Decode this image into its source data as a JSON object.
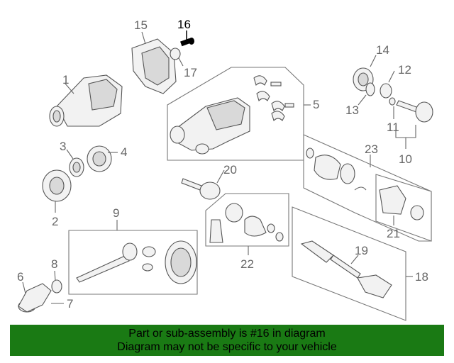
{
  "colors": {
    "banner": "#1a7a14",
    "highlight": "#000000",
    "label": "#666666"
  },
  "callouts": {
    "n1": "1",
    "n2": "2",
    "n3": "3",
    "n4": "4",
    "n5": "5",
    "n6": "6",
    "n7": "7",
    "n8": "8",
    "n9": "9",
    "n10": "10",
    "n11": "11",
    "n12": "12",
    "n13": "13",
    "n14": "14",
    "n15": "15",
    "n16": "16",
    "n17": "17",
    "n18": "18",
    "n19": "19",
    "n20": "20",
    "n21": "21",
    "n22": "22",
    "n23": "23"
  },
  "highlighted_part": "16",
  "banner": {
    "line1": "Part or sub-assembly is #16 in diagram",
    "line2": "Diagram may not be specific to your vehicle"
  }
}
